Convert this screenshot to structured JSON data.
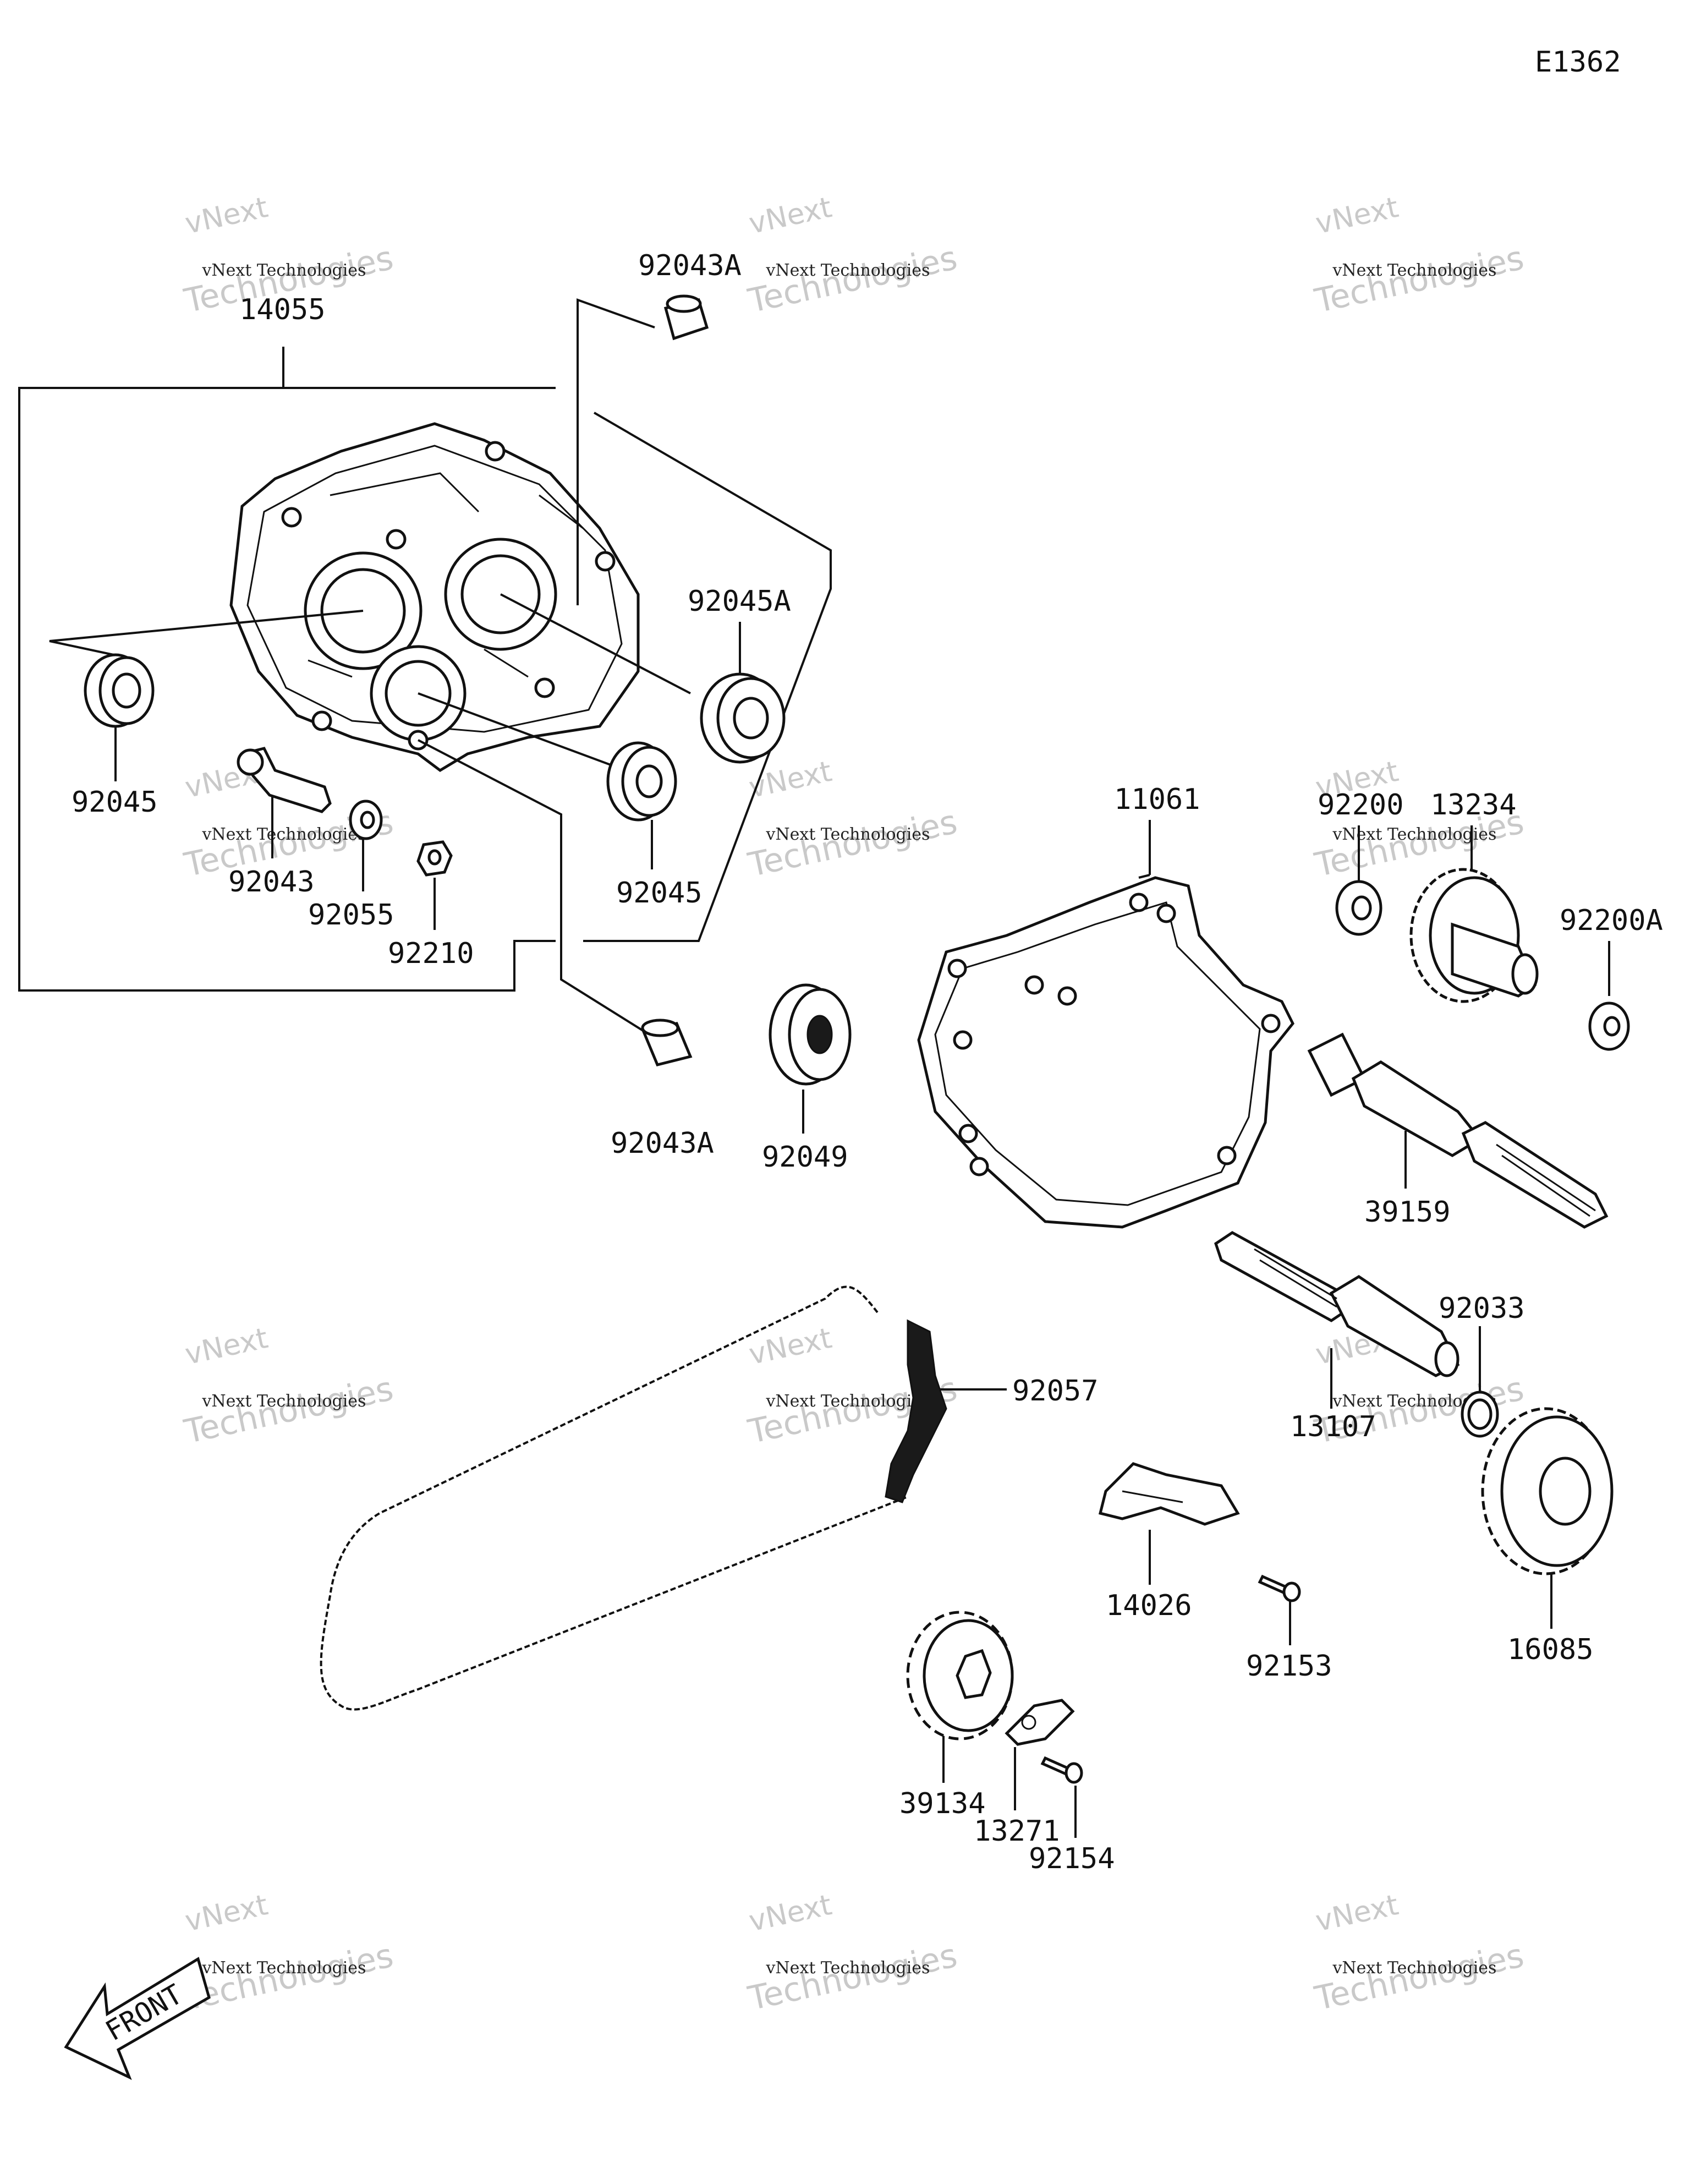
{
  "diagram_code": "E1362",
  "watermark": {
    "brand": "vNext",
    "line1": "vNext Technologies",
    "line2": "Technologies"
  },
  "front_marker": "FRONT",
  "parts": [
    {
      "number": "14055"
    },
    {
      "number": "92043A"
    },
    {
      "number": "92045A"
    },
    {
      "number": "92045"
    },
    {
      "number": "92043"
    },
    {
      "number": "92055"
    },
    {
      "number": "92210"
    },
    {
      "number": "92045"
    },
    {
      "number": "92043A"
    },
    {
      "number": "92049"
    },
    {
      "number": "11061"
    },
    {
      "number": "92200"
    },
    {
      "number": "13234"
    },
    {
      "number": "92200A"
    },
    {
      "number": "39159"
    },
    {
      "number": "92033"
    },
    {
      "number": "13107"
    },
    {
      "number": "92057"
    },
    {
      "number": "14026"
    },
    {
      "number": "92153"
    },
    {
      "number": "16085"
    },
    {
      "number": "39134"
    },
    {
      "number": "13271"
    },
    {
      "number": "92154"
    }
  ]
}
